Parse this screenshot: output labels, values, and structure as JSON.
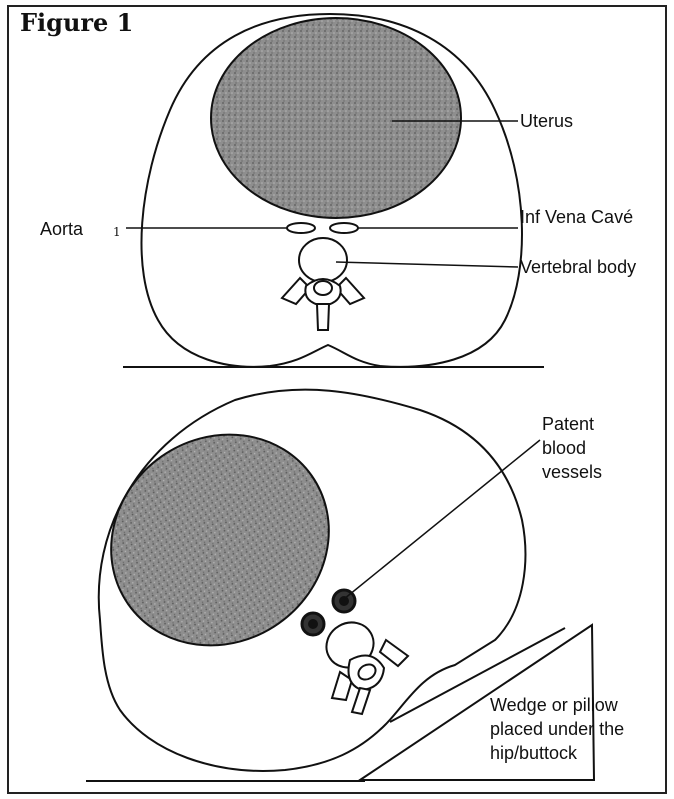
{
  "figure": {
    "title": "Figure 1",
    "upper_labels": {
      "uterus": "Uterus",
      "aorta": "Aorta",
      "ivc": "Inf Vena Cavé",
      "vertebral_body": "Vertebral body",
      "marker": "1"
    },
    "lower_labels": {
      "patent_vessels": [
        "Patent",
        "blood",
        "vessels"
      ],
      "wedge": [
        "Wedge or pillow",
        "placed under the",
        "hip/buttock"
      ]
    }
  },
  "colors": {
    "ink": "#111111",
    "uterus_fill": "#8a8a8a",
    "border": "#222222"
  }
}
